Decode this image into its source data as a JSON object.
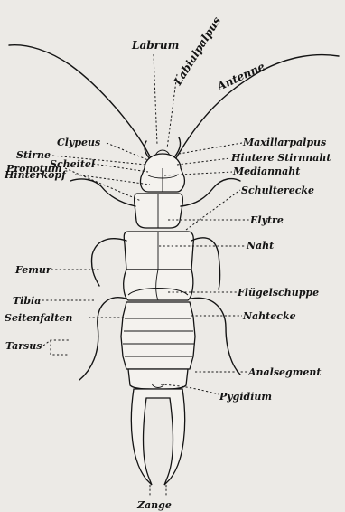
{
  "labels": {
    "labrum": "Labrum",
    "labialpalpus": "Labialpalpus",
    "antenne": "Antenne",
    "clypeus": "Clypeus",
    "stirne": "Stirne",
    "scheitel": "Scheitel",
    "hinterkopf": "Hinterkopf",
    "maxillarpalpus": "Maxillarpalpus",
    "hintere_stirnnaht": "Hintere Stirnnaht",
    "mediannaht": "Mediannaht",
    "pronotum": "Pronotum",
    "schulterecke": "Schulterecke",
    "elytre": "Elytre",
    "naht": "Naht",
    "femur": "Femur",
    "fluegelschuppe": "Flügelschuppe",
    "tibia": "Tibia",
    "seitenfalten": "Seitenfalten",
    "nahtecke": "Nahtecke",
    "tarsus": "Tarsus",
    "analsegment": "Analsegment",
    "pygidium": "Pygidium",
    "zange": "Zange"
  }
}
